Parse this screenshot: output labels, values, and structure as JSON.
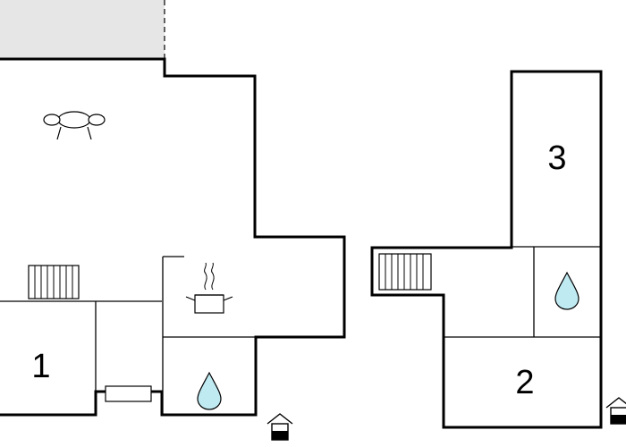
{
  "rooms": {
    "bedroom_1": {
      "label": "1"
    },
    "bedroom_2": {
      "label": "2"
    },
    "bedroom_3": {
      "label": "3"
    }
  },
  "icons": {
    "sofa": "sofa-icon",
    "stairs": "stairs-icon",
    "kitchen": "cooking-pot-icon",
    "bathroom": "water-drop-icon",
    "entrance": "house-entrance-icon"
  },
  "colors": {
    "wall": "#000000",
    "terrace": "#e6e6e6",
    "water": "#bfeaf2"
  }
}
